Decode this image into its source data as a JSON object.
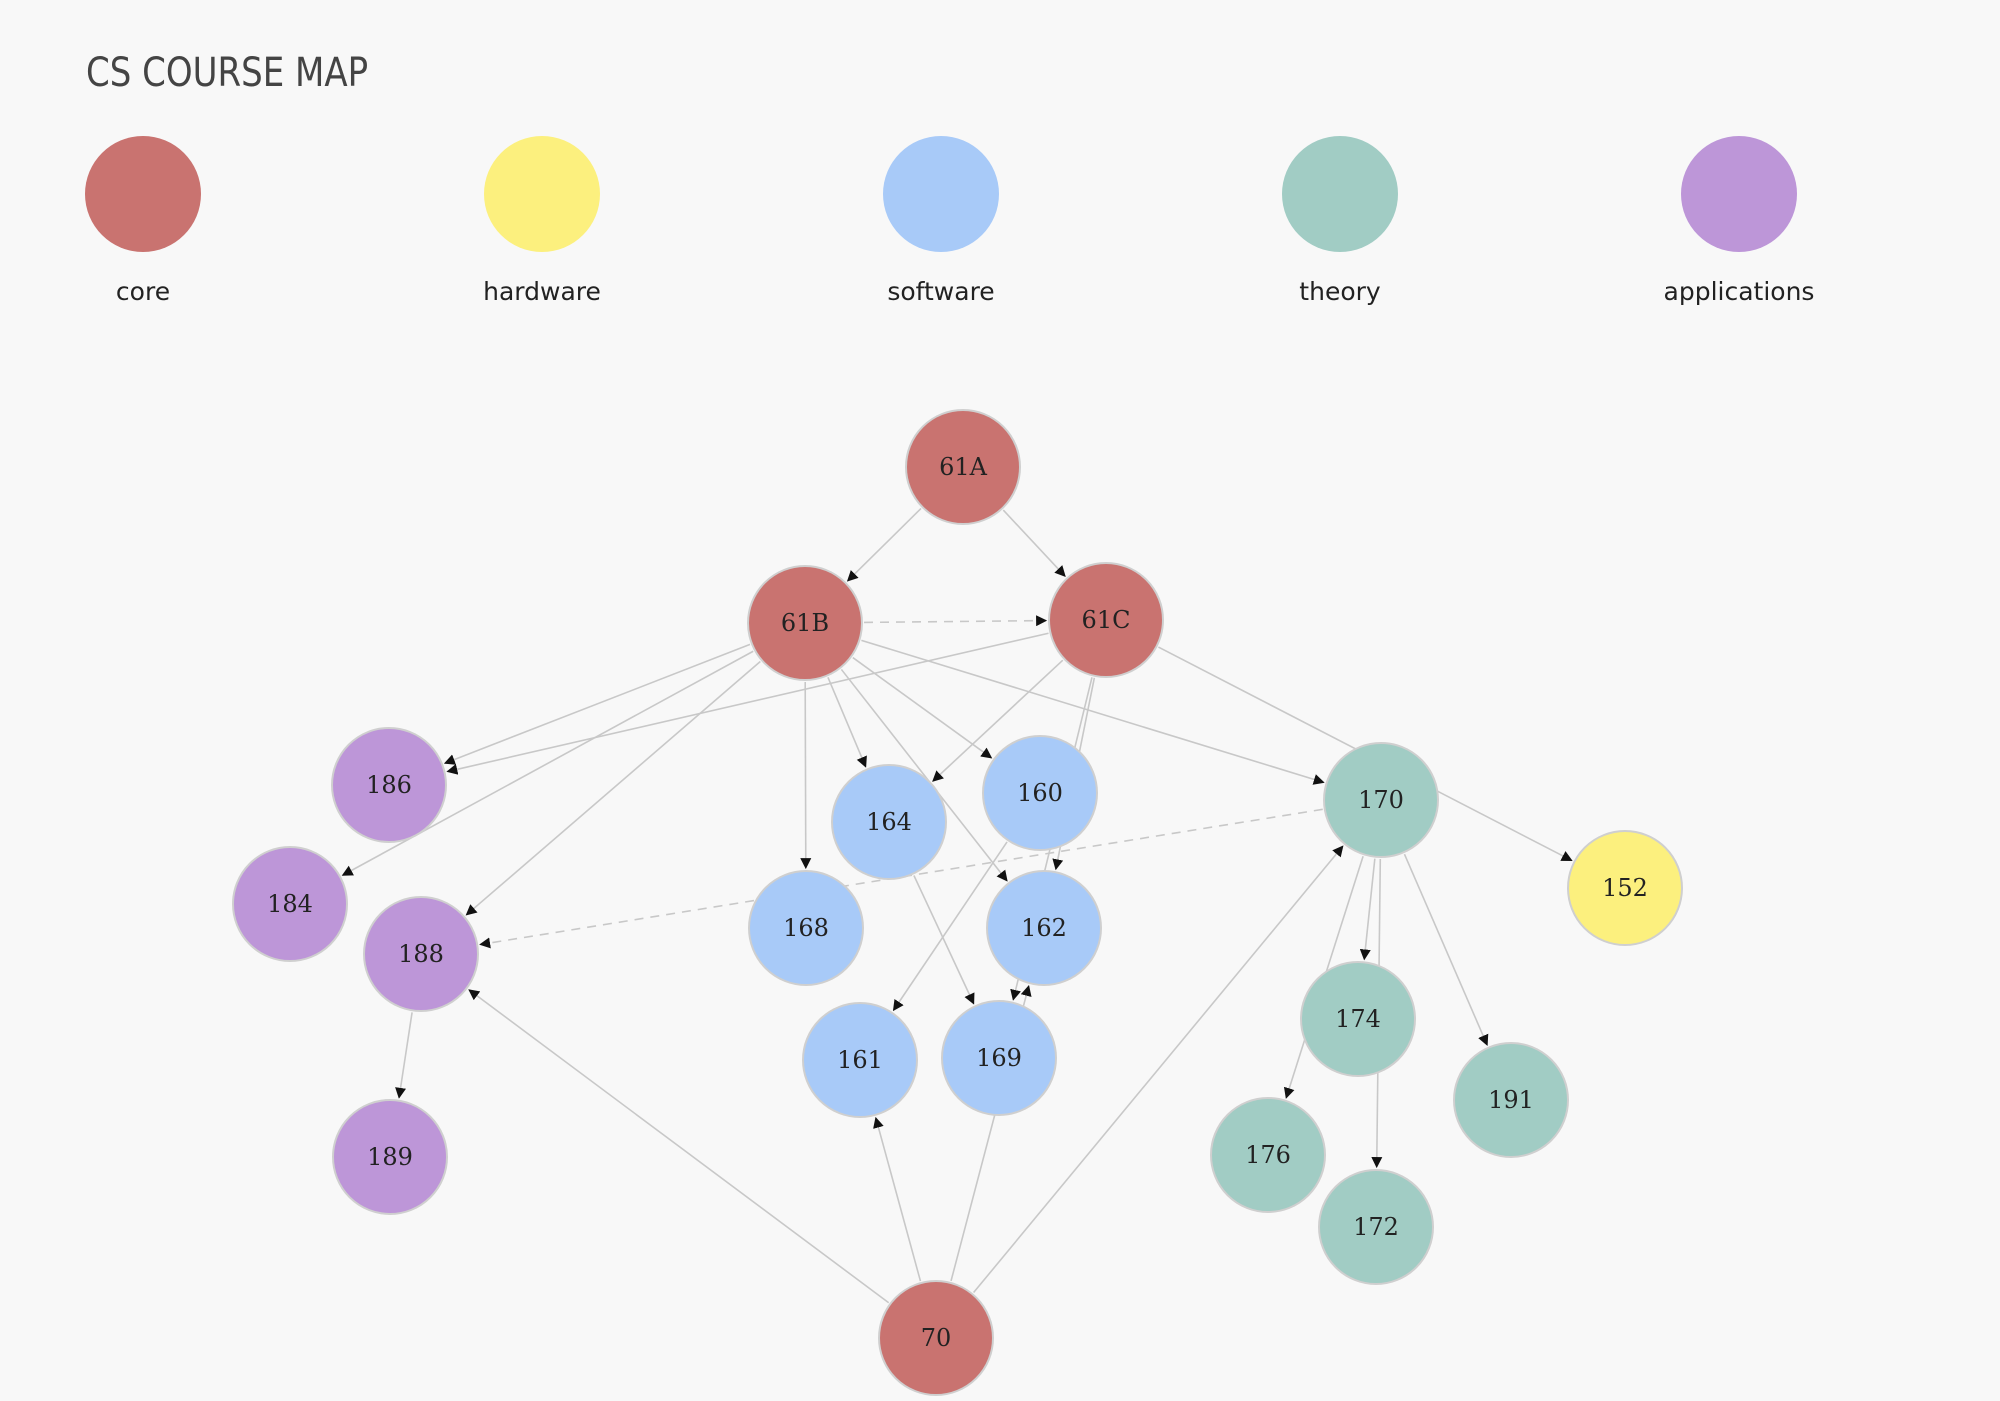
{
  "title": "CS COURSE MAP",
  "colors": {
    "core": "#c97370",
    "hardware": "#fcf07e",
    "software": "#a8caf8",
    "theory": "#a1ccc4",
    "applications": "#bd96d8"
  },
  "legend": [
    {
      "id": "core",
      "label": "core"
    },
    {
      "id": "hardware",
      "label": "hardware"
    },
    {
      "id": "software",
      "label": "software"
    },
    {
      "id": "theory",
      "label": "theory"
    },
    {
      "id": "applications",
      "label": "applications"
    }
  ],
  "nodes": [
    {
      "id": "61A",
      "category": "core"
    },
    {
      "id": "61B",
      "category": "core"
    },
    {
      "id": "61C",
      "category": "core"
    },
    {
      "id": "70",
      "category": "core"
    },
    {
      "id": "186",
      "category": "applications"
    },
    {
      "id": "184",
      "category": "applications"
    },
    {
      "id": "188",
      "category": "applications"
    },
    {
      "id": "189",
      "category": "applications"
    },
    {
      "id": "164",
      "category": "software"
    },
    {
      "id": "160",
      "category": "software"
    },
    {
      "id": "168",
      "category": "software"
    },
    {
      "id": "162",
      "category": "software"
    },
    {
      "id": "161",
      "category": "software"
    },
    {
      "id": "169",
      "category": "software"
    },
    {
      "id": "170",
      "category": "theory"
    },
    {
      "id": "174",
      "category": "theory"
    },
    {
      "id": "176",
      "category": "theory"
    },
    {
      "id": "172",
      "category": "theory"
    },
    {
      "id": "191",
      "category": "theory"
    },
    {
      "id": "152",
      "category": "hardware"
    }
  ],
  "edges": [
    {
      "from": "61A",
      "to": "61B"
    },
    {
      "from": "61A",
      "to": "61C"
    },
    {
      "from": "61B",
      "to": "61C",
      "dashed": true
    },
    {
      "from": "61B",
      "to": "186"
    },
    {
      "from": "61B",
      "to": "184"
    },
    {
      "from": "61B",
      "to": "188"
    },
    {
      "from": "61B",
      "to": "168"
    },
    {
      "from": "61B",
      "to": "164"
    },
    {
      "from": "61B",
      "to": "160"
    },
    {
      "from": "61B",
      "to": "162"
    },
    {
      "from": "61B",
      "to": "170"
    },
    {
      "from": "61C",
      "to": "186"
    },
    {
      "from": "61C",
      "to": "164"
    },
    {
      "from": "61C",
      "to": "162"
    },
    {
      "from": "61C",
      "to": "169"
    },
    {
      "from": "61C",
      "to": "152"
    },
    {
      "from": "160",
      "to": "161"
    },
    {
      "from": "164",
      "to": "169"
    },
    {
      "from": "170",
      "to": "188",
      "dashed": true
    },
    {
      "from": "170",
      "to": "174"
    },
    {
      "from": "170",
      "to": "176"
    },
    {
      "from": "170",
      "to": "172"
    },
    {
      "from": "170",
      "to": "191"
    },
    {
      "from": "188",
      "to": "189"
    },
    {
      "from": "70",
      "to": "188"
    },
    {
      "from": "70",
      "to": "161"
    },
    {
      "from": "70",
      "to": "170"
    },
    {
      "from": "70",
      "to": "162"
    }
  ]
}
